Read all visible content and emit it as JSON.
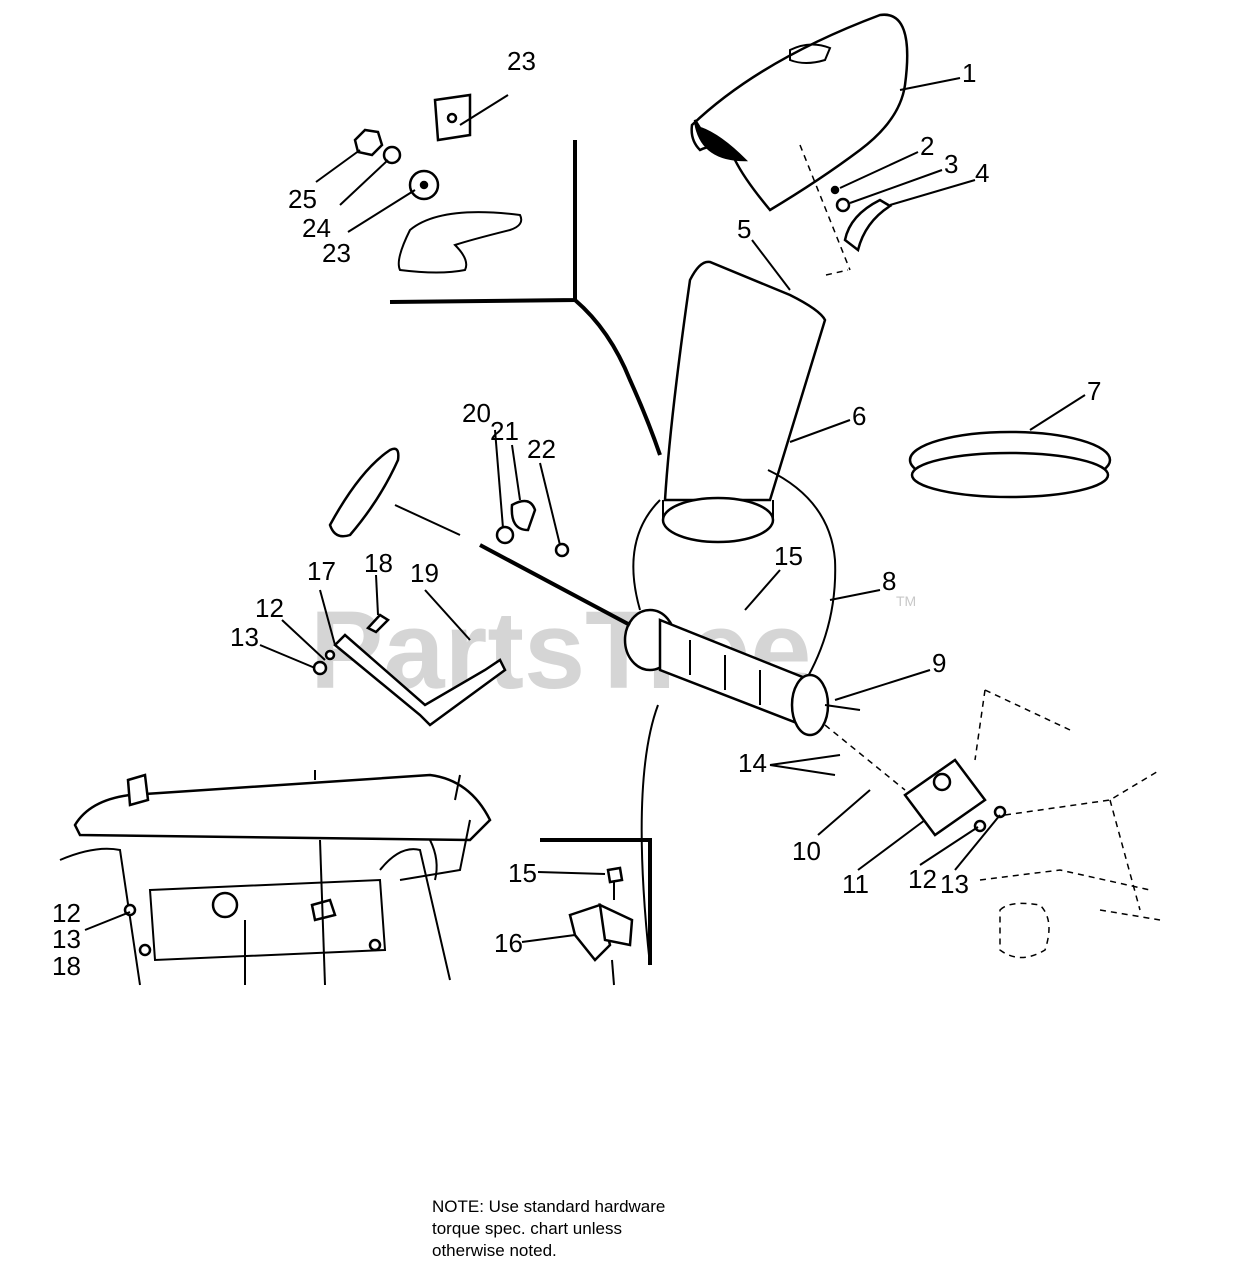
{
  "watermark": {
    "brand": "PartsTree",
    "tm": "TM"
  },
  "note": {
    "line1": "NOTE:  Use standard hardware",
    "line2": "torque spec. chart unless",
    "line3": "otherwise noted."
  },
  "callouts": [
    {
      "id": "c1",
      "label": "1"
    },
    {
      "id": "c2",
      "label": "2"
    },
    {
      "id": "c3",
      "label": "3"
    },
    {
      "id": "c4",
      "label": "4"
    },
    {
      "id": "c5",
      "label": "5"
    },
    {
      "id": "c6",
      "label": "6"
    },
    {
      "id": "c7",
      "label": "7"
    },
    {
      "id": "c8",
      "label": "8"
    },
    {
      "id": "c9",
      "label": "9"
    },
    {
      "id": "c10",
      "label": "10"
    },
    {
      "id": "c11",
      "label": "11"
    },
    {
      "id": "c12a",
      "label": "12"
    },
    {
      "id": "c12b",
      "label": "12"
    },
    {
      "id": "c12c",
      "label": "12"
    },
    {
      "id": "c13a",
      "label": "13"
    },
    {
      "id": "c13b",
      "label": "13"
    },
    {
      "id": "c13c",
      "label": "13"
    },
    {
      "id": "c14",
      "label": "14"
    },
    {
      "id": "c15a",
      "label": "15"
    },
    {
      "id": "c15b",
      "label": "15"
    },
    {
      "id": "c16",
      "label": "16"
    },
    {
      "id": "c17",
      "label": "17"
    },
    {
      "id": "c18a",
      "label": "18"
    },
    {
      "id": "c18b",
      "label": "18"
    },
    {
      "id": "c19",
      "label": "19"
    },
    {
      "id": "c20",
      "label": "20"
    },
    {
      "id": "c21",
      "label": "21"
    },
    {
      "id": "c22",
      "label": "22"
    },
    {
      "id": "c23a",
      "label": "23"
    },
    {
      "id": "c23b",
      "label": "23"
    },
    {
      "id": "c24",
      "label": "24"
    },
    {
      "id": "c25",
      "label": "25"
    }
  ]
}
